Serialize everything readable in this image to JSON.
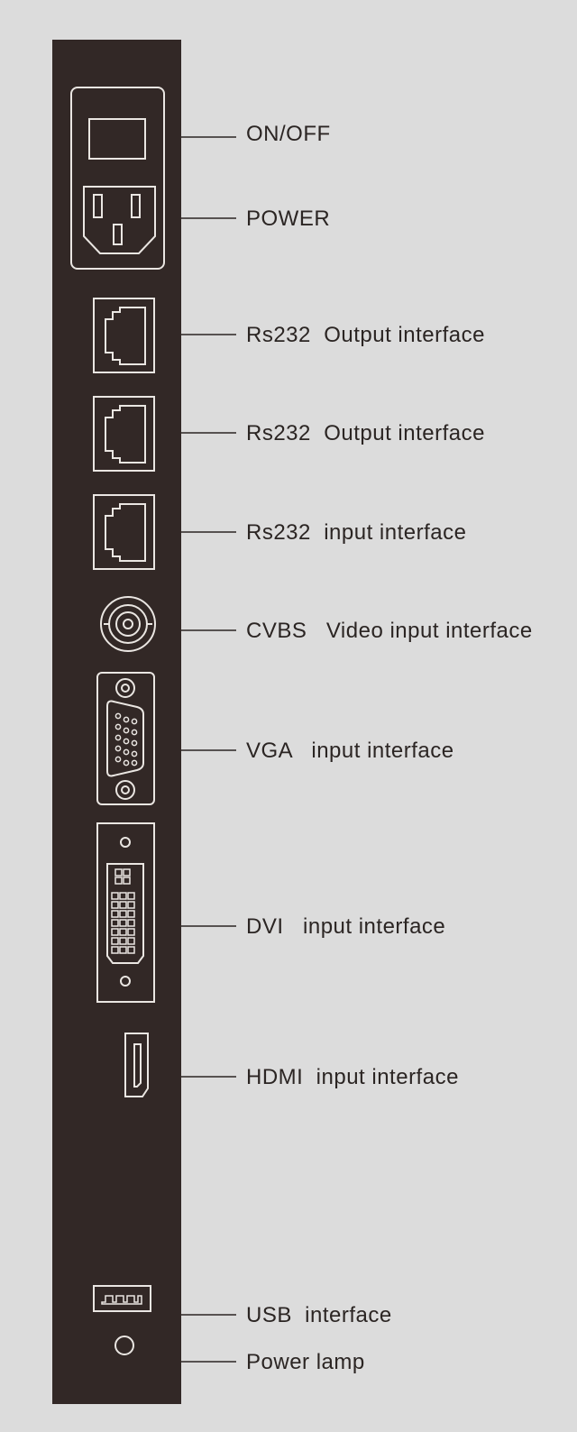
{
  "colors": {
    "background": "#dcdcdc",
    "panel": "#322826",
    "port_stroke": "#eae6e2",
    "leader": "#2b2523",
    "label_text": "#2b2523"
  },
  "ports": [
    {
      "icon": "rocker-switch-icon",
      "label": "ON/OFF"
    },
    {
      "icon": "power-socket-icon",
      "label": "POWER"
    },
    {
      "icon": "rj45-port-icon",
      "label": "Rs232  Output interface"
    },
    {
      "icon": "rj45-port-icon",
      "label": "Rs232  Output interface"
    },
    {
      "icon": "rj45-port-icon",
      "label": "Rs232  input interface"
    },
    {
      "icon": "bnc-connector-icon",
      "label": "CVBS   Video input interface"
    },
    {
      "icon": "vga-port-icon",
      "label": "VGA   input interface"
    },
    {
      "icon": "dvi-port-icon",
      "label": "DVI   input interface"
    },
    {
      "icon": "hdmi-port-icon",
      "label": "HDMI  input interface"
    },
    {
      "icon": "usb-port-icon",
      "label": "USB  interface"
    },
    {
      "icon": "power-lamp-icon",
      "label": "Power lamp"
    }
  ]
}
